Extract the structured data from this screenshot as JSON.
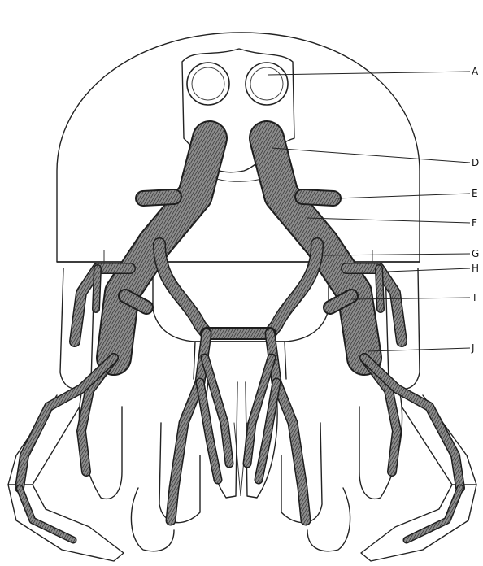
{
  "figure": {
    "labels": [
      {
        "id": "A",
        "text": "A"
      },
      {
        "id": "D",
        "text": "D"
      },
      {
        "id": "E",
        "text": "E"
      },
      {
        "id": "F",
        "text": "F"
      },
      {
        "id": "G",
        "text": "G"
      },
      {
        "id": "H",
        "text": "H"
      },
      {
        "id": "I",
        "text": "I"
      },
      {
        "id": "J",
        "text": "J"
      }
    ],
    "colors": {
      "ink": "#222222",
      "trachea_fill": "#7a7a7a",
      "trachea_ring": "#2a2a2a"
    }
  }
}
